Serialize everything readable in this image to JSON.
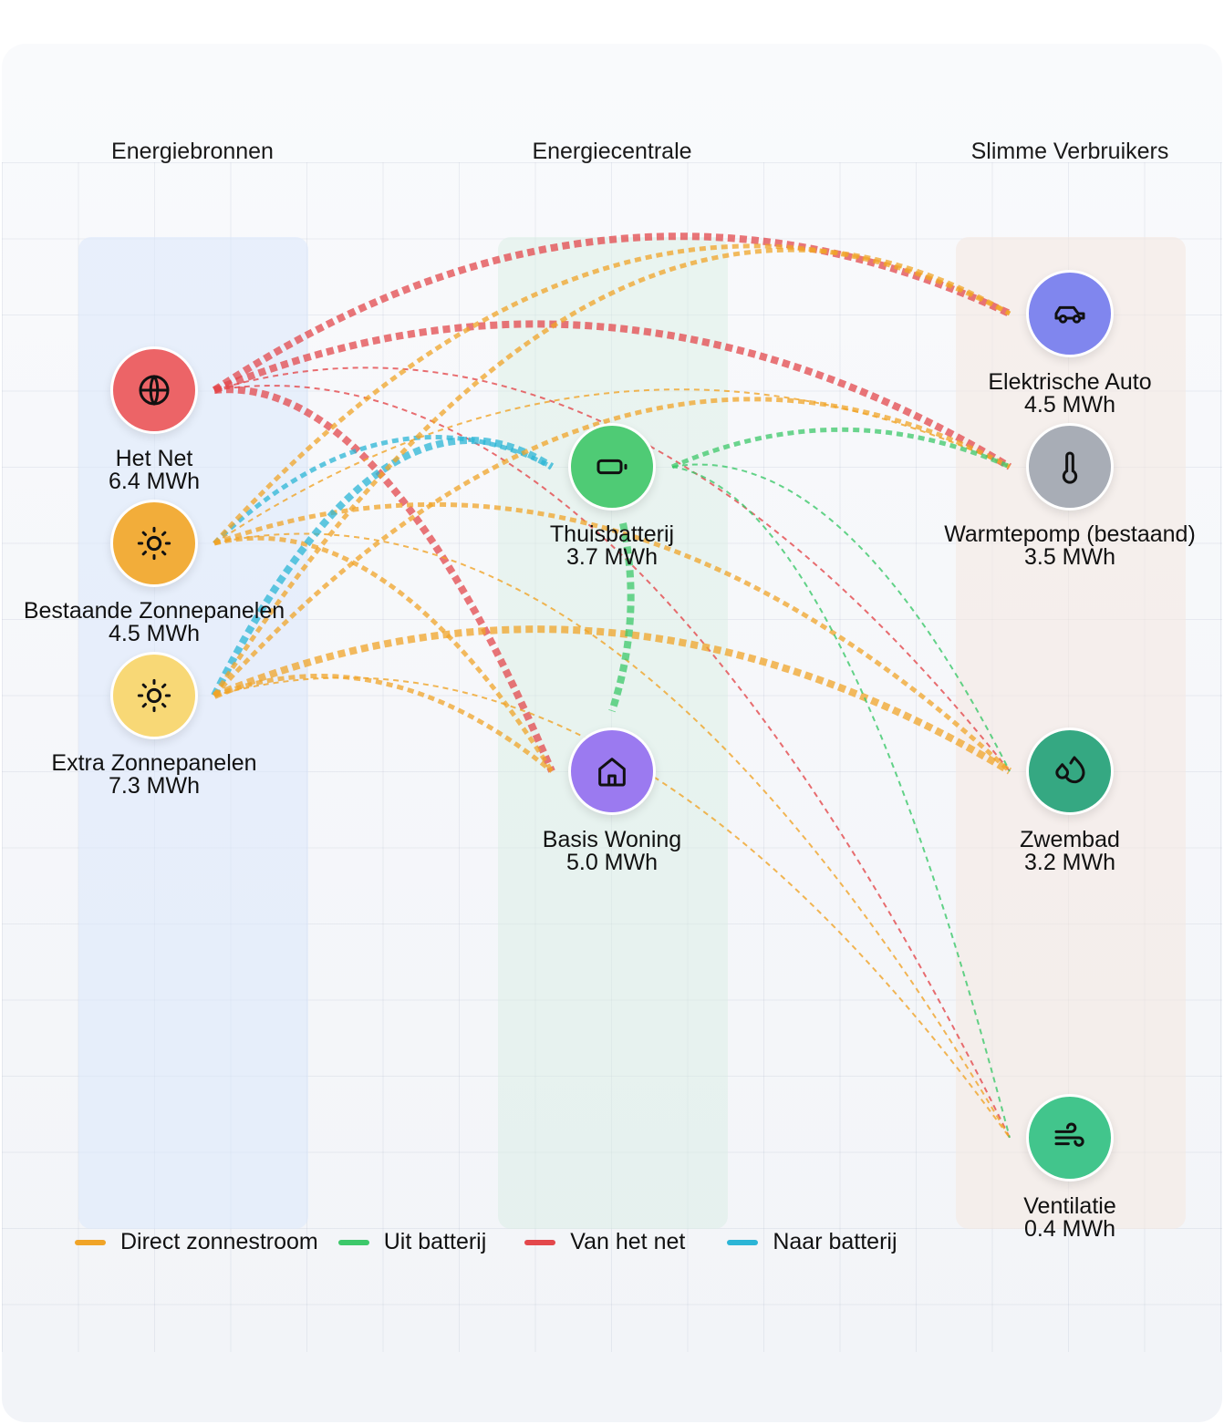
{
  "columns": {
    "sources": "Energiebronnen",
    "hub": "Energiecentrale",
    "consumers": "Slimme Verbruikers"
  },
  "colors": {
    "solar": "#f0a428",
    "battery_out": "#3cc86a",
    "grid": "#e3484c",
    "to_battery": "#2bb5d6"
  },
  "nodes": {
    "grid": {
      "name": "Het Net",
      "value": "6.4 MWh",
      "color": "#ec6467",
      "icon": "globe-icon"
    },
    "solar_existing": {
      "name": "Bestaande Zonnepanelen",
      "value": "4.5 MWh",
      "color": "#f2ad3a",
      "icon": "sun-icon"
    },
    "solar_extra": {
      "name": "Extra Zonnepanelen",
      "value": "7.3 MWh",
      "color": "#f8d876",
      "icon": "sun-icon"
    },
    "battery": {
      "name": "Thuisbatterij",
      "value": "3.7 MWh",
      "color": "#4fcb75",
      "icon": "battery-icon"
    },
    "home": {
      "name": "Basis Woning",
      "value": "5.0 MWh",
      "color": "#9b7af0",
      "icon": "house-icon"
    },
    "car": {
      "name": "Elektrische Auto",
      "value": "4.5 MWh",
      "color": "#8086ee",
      "icon": "car-icon"
    },
    "heatpump": {
      "name": "Warmtepomp (bestaand)",
      "value": "3.5 MWh",
      "color": "#a8adb6",
      "icon": "thermometer-icon"
    },
    "pool": {
      "name": "Zwembad",
      "value": "3.2 MWh",
      "color": "#35a882",
      "icon": "droplets-icon"
    },
    "ventilation": {
      "name": "Ventilatie",
      "value": "0.4 MWh",
      "color": "#42c58c",
      "icon": "wind-icon"
    }
  },
  "legend": [
    {
      "label": "Direct zonnestroom",
      "type": "solar"
    },
    {
      "label": "Uit batterij",
      "type": "battery_out"
    },
    {
      "label": "Van het net",
      "type": "grid"
    },
    {
      "label": "Naar batterij",
      "type": "to_battery"
    }
  ],
  "flows": [
    {
      "from": "grid",
      "to": "car",
      "type": "grid",
      "weight": 3
    },
    {
      "from": "grid",
      "to": "heatpump",
      "type": "grid",
      "weight": 3
    },
    {
      "from": "grid",
      "to": "home",
      "type": "grid",
      "weight": 3
    },
    {
      "from": "grid",
      "to": "pool",
      "type": "grid",
      "weight": 1
    },
    {
      "from": "grid",
      "to": "ventilation",
      "type": "grid",
      "weight": 1
    },
    {
      "from": "solar_existing",
      "to": "battery",
      "type": "to_battery",
      "weight": 2
    },
    {
      "from": "solar_existing",
      "to": "car",
      "type": "solar",
      "weight": 2
    },
    {
      "from": "solar_existing",
      "to": "heatpump",
      "type": "solar",
      "weight": 1
    },
    {
      "from": "solar_existing",
      "to": "home",
      "type": "solar",
      "weight": 2
    },
    {
      "from": "solar_existing",
      "to": "pool",
      "type": "solar",
      "weight": 2
    },
    {
      "from": "solar_existing",
      "to": "ventilation",
      "type": "solar",
      "weight": 1
    },
    {
      "from": "solar_extra",
      "to": "battery",
      "type": "to_battery",
      "weight": 3
    },
    {
      "from": "solar_extra",
      "to": "car",
      "type": "solar",
      "weight": 2
    },
    {
      "from": "solar_extra",
      "to": "heatpump",
      "type": "solar",
      "weight": 2
    },
    {
      "from": "solar_extra",
      "to": "home",
      "type": "solar",
      "weight": 2
    },
    {
      "from": "solar_extra",
      "to": "pool",
      "type": "solar",
      "weight": 3
    },
    {
      "from": "solar_extra",
      "to": "ventilation",
      "type": "solar",
      "weight": 1
    },
    {
      "from": "battery",
      "to": "heatpump",
      "type": "battery_out",
      "weight": 2
    },
    {
      "from": "battery",
      "to": "home",
      "type": "battery_out",
      "weight": 3
    },
    {
      "from": "battery",
      "to": "pool",
      "type": "battery_out",
      "weight": 1
    },
    {
      "from": "battery",
      "to": "ventilation",
      "type": "battery_out",
      "weight": 1
    }
  ]
}
